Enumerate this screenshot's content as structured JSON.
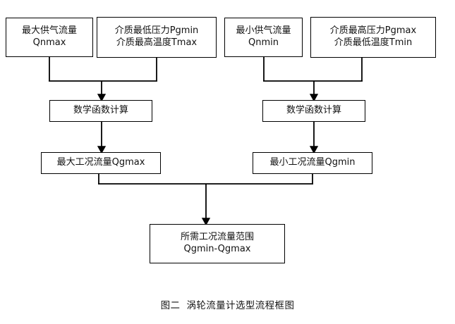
{
  "figure": {
    "caption_label": "图二",
    "caption_title": "涡轮流量计选型流程框图"
  },
  "colors": {
    "background": "#ffffff",
    "stroke": "#000000",
    "text": "#111111"
  },
  "nodes": {
    "qnmax": {
      "line1": "最大供气流量",
      "line2": "Qnmax"
    },
    "pgmin_tmax": {
      "line1": "介质最低压力Pgmin",
      "line2": "介质最高温度Tmax"
    },
    "qnmin": {
      "line1": "最小供气流量",
      "line2": "Qnmin"
    },
    "pgmax_tmin": {
      "line1": "介质最高压力Pgmax",
      "line2": "介质最低温度Tmin"
    },
    "calc_left": {
      "line1": "数学函数计算"
    },
    "calc_right": {
      "line1": "数学函数计算"
    },
    "qgmax": {
      "line1": "最大工况流量Qgmax"
    },
    "qgmin": {
      "line1": "最小工况流量Qgmin"
    },
    "range": {
      "line1": "所需工况流量范围",
      "line2": "Qgmin-Qgmax"
    }
  },
  "connectors": [
    {
      "name": "qnmax-to-calc-left",
      "type": "merge-stub"
    },
    {
      "name": "pgmin-to-calc-left",
      "type": "merge-stub"
    },
    {
      "name": "merge-bar-left",
      "type": "horizontal-join"
    },
    {
      "name": "arrow-to-calc-left",
      "type": "arrow-down"
    },
    {
      "name": "qnmin-to-calc-right",
      "type": "merge-stub"
    },
    {
      "name": "pgmax-to-calc-right",
      "type": "merge-stub"
    },
    {
      "name": "merge-bar-right",
      "type": "horizontal-join"
    },
    {
      "name": "arrow-to-calc-right",
      "type": "arrow-down"
    },
    {
      "name": "arrow-calc-left-to-qgmax",
      "type": "arrow-down"
    },
    {
      "name": "arrow-calc-right-to-qgmin",
      "type": "arrow-down"
    },
    {
      "name": "qgmax-to-range-stub",
      "type": "merge-stub"
    },
    {
      "name": "qgmin-to-range-stub",
      "type": "merge-stub"
    },
    {
      "name": "merge-bar-bottom",
      "type": "horizontal-join"
    },
    {
      "name": "arrow-to-range",
      "type": "arrow-down"
    }
  ]
}
